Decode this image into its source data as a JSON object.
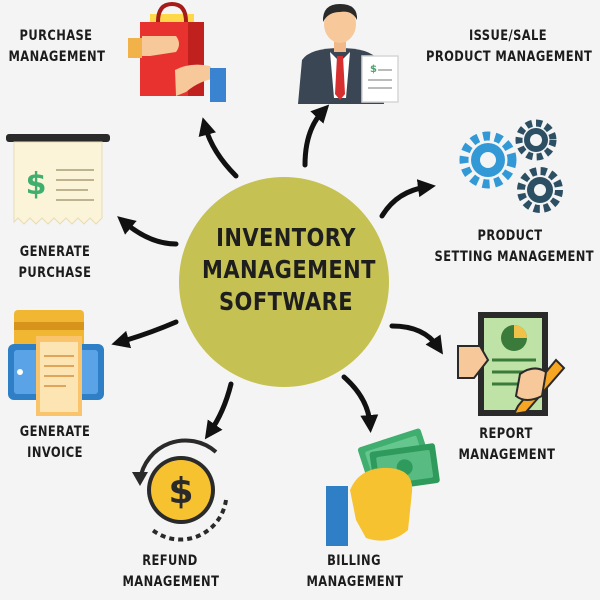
{
  "hub": {
    "lines": [
      "INVENTORY",
      "MANAGEMENT",
      "SOFTWARE"
    ],
    "color": "#c5c153"
  },
  "modules": [
    {
      "id": "purchase-management",
      "icon": "shopping-bag-icon",
      "lines": [
        "PURCHASE",
        "MANAGEMENT"
      ]
    },
    {
      "id": "issue-sale-product-management",
      "icon": "businessman-icon",
      "lines": [
        "ISSUE/SALE",
        "PRODUCT MANAGEMENT"
      ]
    },
    {
      "id": "product-setting-management",
      "icon": "gears-icon",
      "lines": [
        "PRODUCT",
        "SETTING MANAGEMENT"
      ]
    },
    {
      "id": "report-management",
      "icon": "report-icon",
      "lines": [
        "REPORT",
        "MANAGEMENT"
      ]
    },
    {
      "id": "billing-management",
      "icon": "cash-hand-icon",
      "lines": [
        "BILLING",
        "MANAGEMENT"
      ]
    },
    {
      "id": "refund-management",
      "icon": "refund-coin-icon",
      "lines": [
        "REFUND",
        "MANAGEMENT"
      ]
    },
    {
      "id": "generate-invoice",
      "icon": "invoice-icon",
      "lines": [
        "GENERATE",
        "INVOICE"
      ]
    },
    {
      "id": "generate-purchase",
      "icon": "receipt-icon",
      "lines": [
        "GENERATE",
        "PURCHASE"
      ]
    }
  ]
}
